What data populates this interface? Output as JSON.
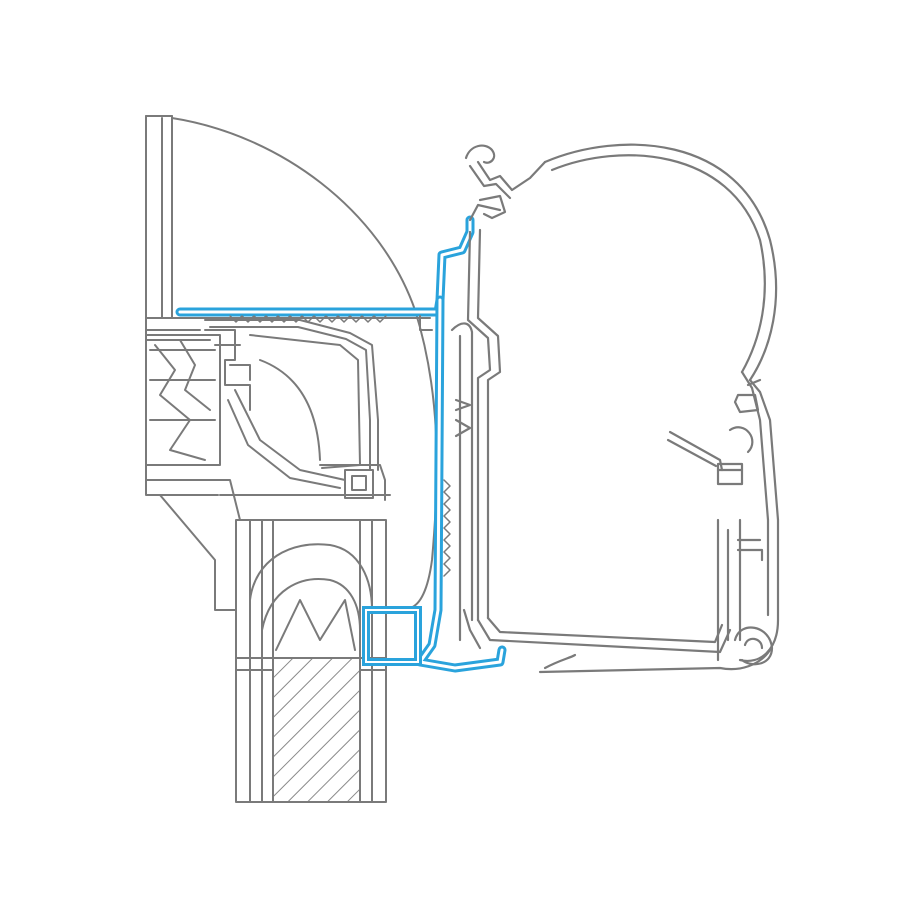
{
  "diagram": {
    "background_color": "#ffffff",
    "line_color": "#7a7a7a",
    "highlight_color": "#2aa3dc",
    "highlight_inner_color": "#ffffff",
    "parts": [
      "vehicle-wall-cross-section",
      "wooden-roof-beam",
      "adapter-bracket",
      "awning-cassette-profile"
    ]
  }
}
